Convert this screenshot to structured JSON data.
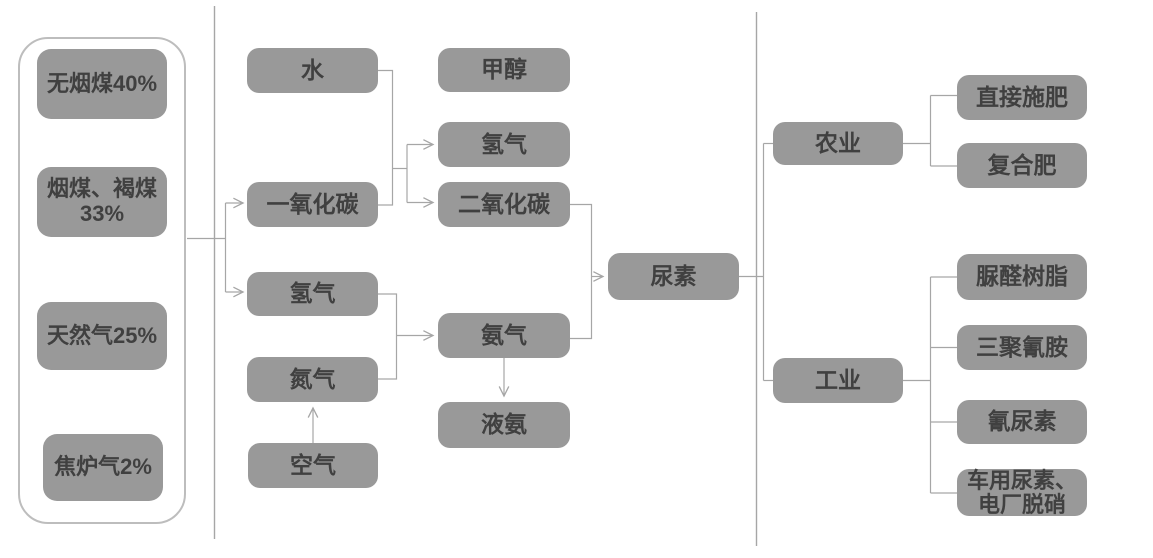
{
  "colors": {
    "node_fill": "#999999",
    "node_text": "#404040",
    "connector_line": "#a6a6a6",
    "container_border": "#bdbdbd",
    "background": "#ffffff"
  },
  "nodes": {
    "anthracite": {
      "label": "无烟煤40%"
    },
    "bituminous_lignite": {
      "label": "烟煤、褐煤\n33%"
    },
    "natural_gas": {
      "label": "天然气25%"
    },
    "coke_oven_gas": {
      "label": "焦炉气2%"
    },
    "water": {
      "label": "水"
    },
    "carbon_monoxide": {
      "label": "一氧化碳"
    },
    "hydrogen_1": {
      "label": "氢气"
    },
    "nitrogen": {
      "label": "氮气"
    },
    "air": {
      "label": "空气"
    },
    "methanol": {
      "label": "甲醇"
    },
    "hydrogen_2": {
      "label": "氢气"
    },
    "carbon_dioxide": {
      "label": "二氧化碳"
    },
    "ammonia": {
      "label": "氨气"
    },
    "liquid_ammonia": {
      "label": "液氨"
    },
    "urea": {
      "label": "尿素"
    },
    "agriculture": {
      "label": "农业"
    },
    "industry": {
      "label": "工业"
    },
    "direct_fertilization": {
      "label": "直接施肥"
    },
    "compound_fertilizer": {
      "label": "复合肥"
    },
    "urea_formaldehyde_resin": {
      "label": "脲醛树脂"
    },
    "melamine": {
      "label": "三聚氰胺"
    },
    "cyanurea": {
      "label": "氰尿素"
    },
    "vehicle_urea_denox": {
      "label": "车用尿素、\n电厂脱硝"
    }
  },
  "edges": [
    {
      "from": [
        "sources_group"
      ],
      "to": [
        "carbon_monoxide",
        "hydrogen_1"
      ],
      "arrow": true
    },
    {
      "from": [
        "water",
        "carbon_monoxide"
      ],
      "to": [
        "hydrogen_2",
        "carbon_dioxide"
      ],
      "arrow": true
    },
    {
      "from": [
        "hydrogen_1",
        "nitrogen"
      ],
      "to": [
        "ammonia"
      ],
      "arrow": true
    },
    {
      "from": [
        "air"
      ],
      "to": [
        "nitrogen"
      ],
      "arrow": true
    },
    {
      "from": [
        "ammonia"
      ],
      "to": [
        "liquid_ammonia"
      ],
      "arrow": true
    },
    {
      "from": [
        "carbon_dioxide",
        "ammonia"
      ],
      "to": [
        "urea"
      ],
      "arrow": true
    },
    {
      "from": [
        "urea"
      ],
      "to": [
        "agriculture",
        "industry"
      ],
      "arrow": false
    },
    {
      "from": [
        "agriculture"
      ],
      "to": [
        "direct_fertilization",
        "compound_fertilizer"
      ],
      "arrow": false
    },
    {
      "from": [
        "industry"
      ],
      "to": [
        "urea_formaldehyde_resin",
        "melamine",
        "cyanurea",
        "vehicle_urea_denox"
      ],
      "arrow": false
    }
  ]
}
